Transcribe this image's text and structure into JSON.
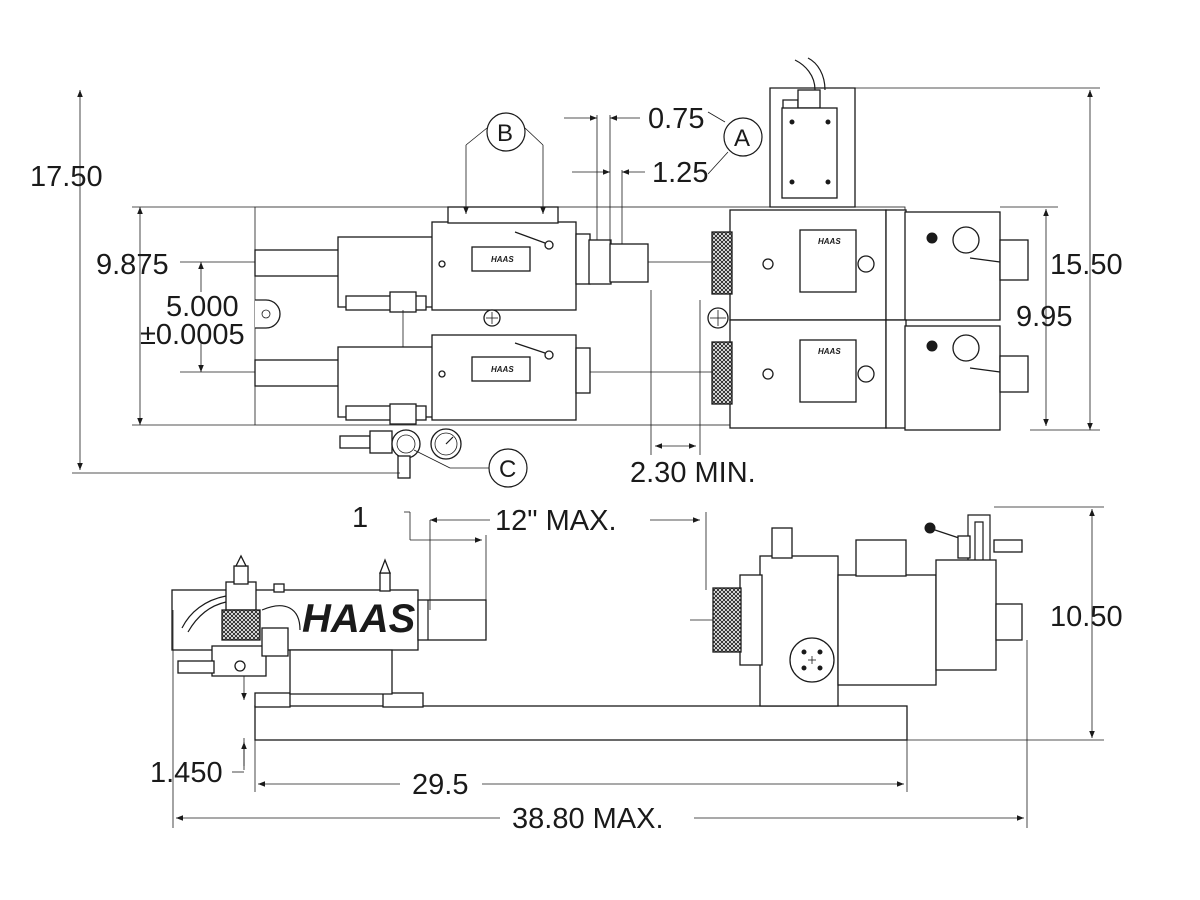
{
  "brand": {
    "logo_text": "HAAS"
  },
  "callouts": {
    "a": "A",
    "b": "B",
    "c": "C",
    "note_1": "1"
  },
  "dimensions": {
    "overall_height_top_view": "17.50",
    "unit_height": "9.875",
    "center_distance": "5.000",
    "center_tolerance": "±0.0005",
    "dim_a_inner": "0.75",
    "dim_a_outer": "1.25",
    "width_right": "15.50",
    "width_right_inner": "9.95",
    "min_clearance": "2.30 MIN.",
    "max_travel": "12\" MAX.",
    "side_height": "10.50",
    "spindle_offset": "1.450",
    "base_length": "29.5",
    "overall_length": "38.80 MAX."
  },
  "colors": {
    "ink": "#1a1a1a",
    "paper": "#ffffff"
  }
}
